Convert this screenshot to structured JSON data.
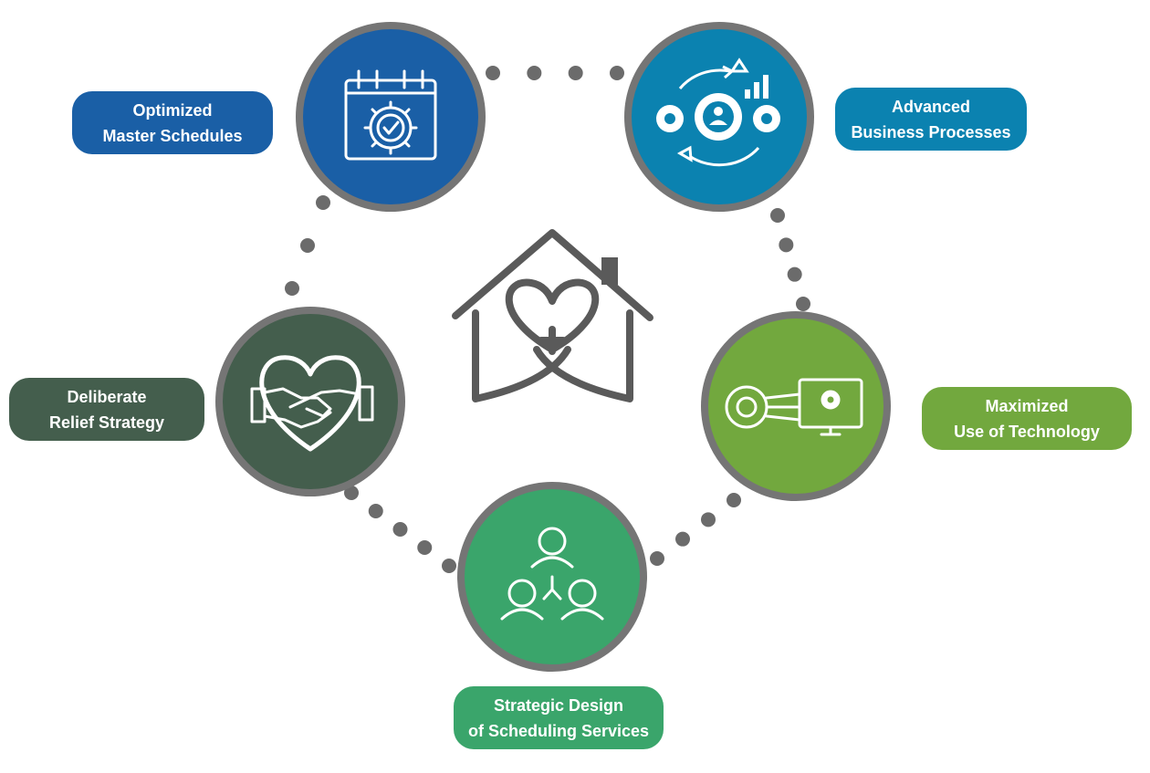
{
  "colors": {
    "ring": "#757575",
    "dot": "#6b6b6b",
    "house": "#5a5a5a",
    "schedules": "#1a5fa6",
    "business": "#0b82b0",
    "relief": "#445e4d",
    "technology": "#72a83e",
    "design": "#3aa56b"
  },
  "nodes": [
    {
      "id": "schedules",
      "icon": "calendar-gear-check-icon",
      "line1": "Optimized",
      "line2": "Master Schedules"
    },
    {
      "id": "business",
      "icon": "gears-person-cycle-icon",
      "line1": "Advanced",
      "line2": "Business Processes"
    },
    {
      "id": "technology",
      "icon": "gear-computer-monitor-icon",
      "line1": "Maximized",
      "line2": "Use of Technology"
    },
    {
      "id": "design",
      "icon": "team-network-icon",
      "line1": "Strategic Design",
      "line2": "of Scheduling Services"
    },
    {
      "id": "relief",
      "icon": "handshake-heart-icon",
      "line1": "Deliberate",
      "line2": "Relief Strategy"
    }
  ],
  "center": {
    "icon": "house-heart-plus-icon"
  }
}
